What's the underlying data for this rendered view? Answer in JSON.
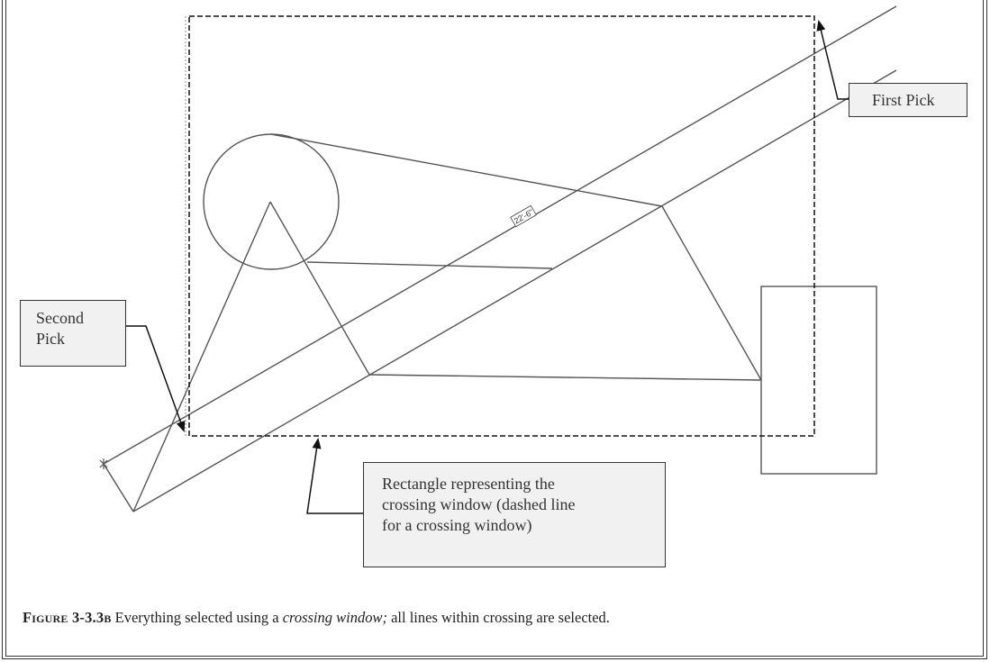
{
  "callouts": {
    "first_pick": "First Pick",
    "second_pick_line1": "Second",
    "second_pick_line2": "Pick",
    "crossing_line1": "Rectangle representing the",
    "crossing_line2": "crossing window (dashed line",
    "crossing_line3": "for a crossing window)"
  },
  "dimension_label": "22'-6\"",
  "caption": {
    "figure_label": "Figure 3-3.3b",
    "text_before": " Everything selected using a ",
    "emphasis": "crossing window;",
    "text_after": " all lines within crossing are selected."
  },
  "colors": {
    "geometry": "#555555",
    "window_outline": "#111111",
    "callout_fill": "#f1f1f1"
  }
}
